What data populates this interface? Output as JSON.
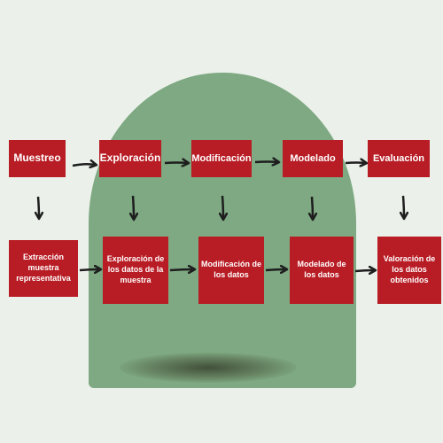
{
  "colors": {
    "background": "#ebf1ea",
    "blob": "#7ea982",
    "box": "#b81c24",
    "text": "#ffffff",
    "arrow": "#1e1e1e"
  },
  "stages": [
    {
      "label": "Muestreo",
      "detail": "Extracción muestra representativa"
    },
    {
      "label": "Exploración",
      "detail": "Exploración de los datos de la muestra"
    },
    {
      "label": "Modificación",
      "detail": "Modificación de los datos"
    },
    {
      "label": "Modelado",
      "detail": "Modelado de los datos"
    },
    {
      "label": "Evaluación",
      "detail": "Valoración de los datos obtenidos"
    }
  ]
}
